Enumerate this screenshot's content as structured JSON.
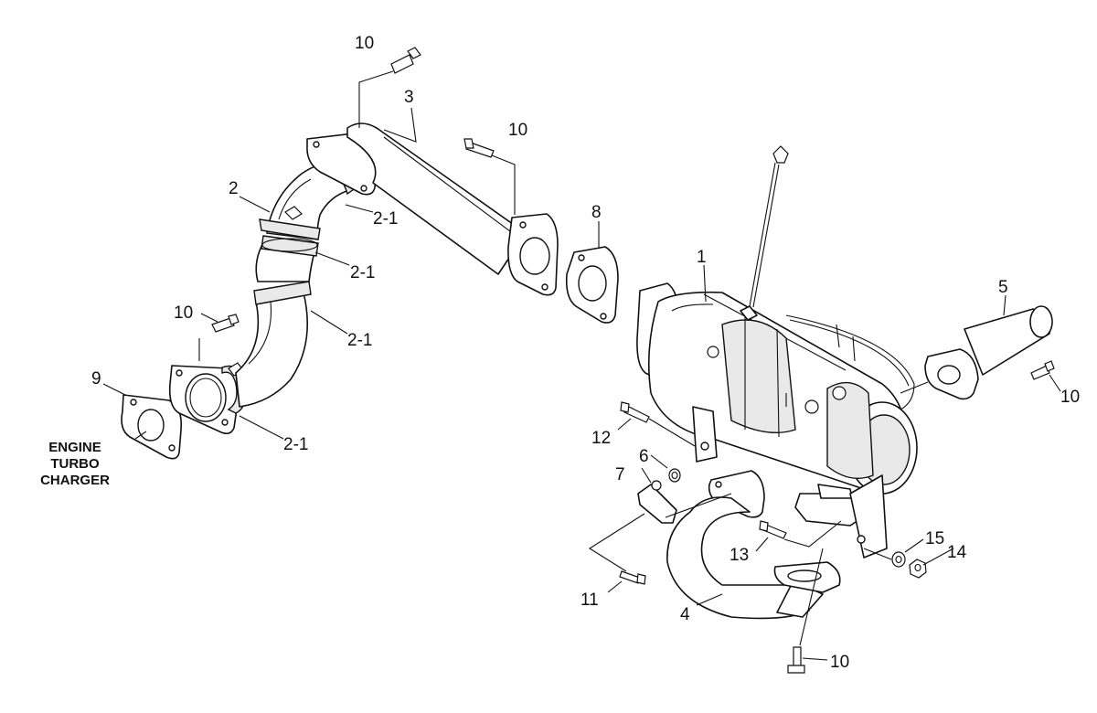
{
  "diagram": {
    "callouts": {
      "c1": "1",
      "c2": "2",
      "c2_1a": "2-1",
      "c2_1b": "2-1",
      "c2_1c": "2-1",
      "c2_1d": "2-1",
      "c3": "3",
      "c4": "4",
      "c5": "5",
      "c6": "6",
      "c7": "7",
      "c8": "8",
      "c9": "9",
      "c10a": "10",
      "c10b": "10",
      "c10c": "10",
      "c10d": "10",
      "c10e": "10",
      "c11": "11",
      "c12": "12",
      "c13": "13",
      "c14": "14",
      "c15": "15"
    },
    "engine_note": {
      "line1": "ENGINE",
      "line2": "TURBO",
      "line3": "CHARGER"
    }
  }
}
